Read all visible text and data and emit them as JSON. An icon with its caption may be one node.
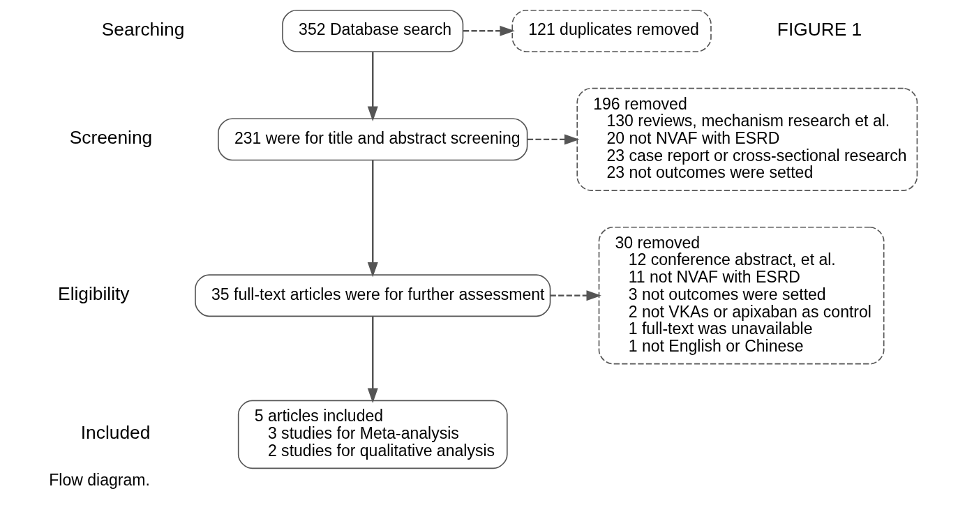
{
  "diagram": {
    "caption": "Flow diagram.",
    "nodes": [
      {
        "text": [
          "352 Database search"
        ]
      },
      {
        "text": [
          "121 duplicates removed"
        ]
      },
      {
        "text": [
          "231 were for title and abstract screening"
        ]
      },
      {
        "text": [
          "196 removed",
          "130 reviews, mechanism research et al.",
          "20 not NVAF with ESRD",
          "23 case report or cross-sectional research",
          "23 not outcomes were setted"
        ]
      },
      {
        "text": [
          "35 full-text articles were for further assessment"
        ]
      },
      {
        "text": [
          "30 removed",
          "12 conference abstract, et al.",
          "11 not NVAF with ESRD",
          "3 not outcomes were setted",
          "2 not VKAs or apixaban as control",
          "1 full-text was unavailable",
          "1 not English or Chinese"
        ]
      },
      {
        "text": [
          "5 articles included",
          "3 studies for Meta-analysis",
          "2 studies for qualitative analysis"
        ]
      }
    ],
    "edges": [
      {
        "from": 0,
        "to": 2,
        "arrow": "to"
      },
      {
        "from": 0,
        "to": 1,
        "arrow": "to",
        "style": "dashed"
      },
      {
        "from": 2,
        "to": 4,
        "arrow": "to"
      },
      {
        "from": 2,
        "to": 3,
        "arrow": "to",
        "style": "dashed"
      },
      {
        "from": 4,
        "to": 6,
        "arrow": "to"
      },
      {
        "from": 4,
        "to": 5,
        "arrow": "to",
        "style": "dashed"
      }
    ],
    "labels": [
      "Searching",
      "Screening",
      "Eligibility",
      "Included",
      "FIGURE 1"
    ]
  }
}
